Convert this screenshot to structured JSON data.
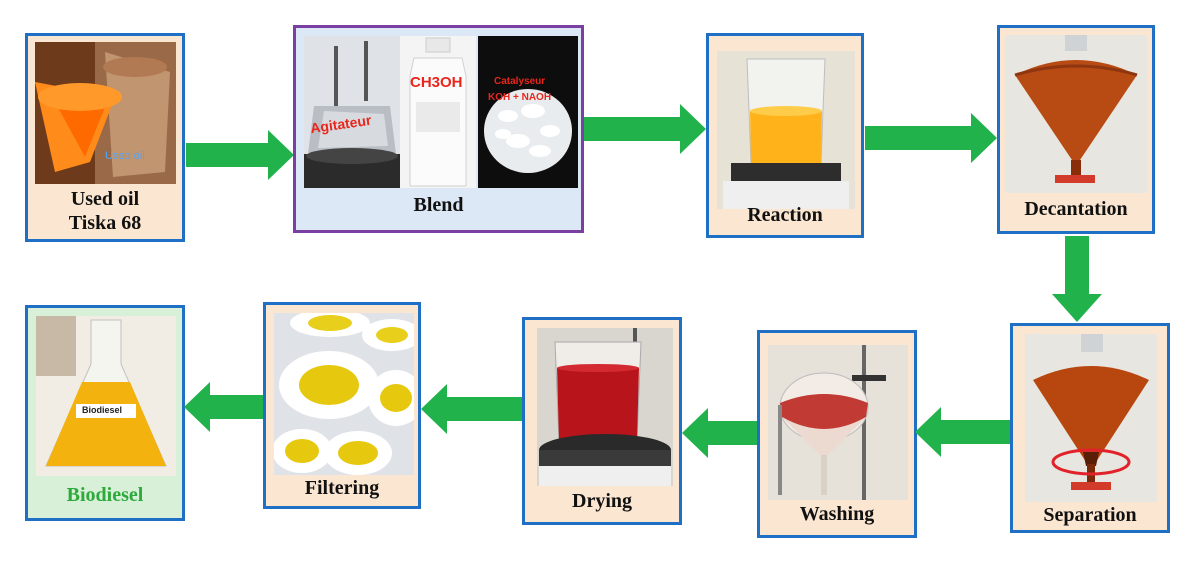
{
  "steps": {
    "used_oil": {
      "line1": "Used oil",
      "line2": "Tiska 68",
      "photo_caption": "Used oil"
    },
    "blend": {
      "label": "Blend",
      "agitator_text": "Agitateur",
      "methanol_text": "CH3OH",
      "catalyst_line1": "Catalyseur",
      "catalyst_line2": "KOH + NAOH"
    },
    "reaction": {
      "label": "Reaction"
    },
    "decantation": {
      "label": "Decantation"
    },
    "separation": {
      "label": "Separation"
    },
    "washing": {
      "label": "Washing"
    },
    "drying": {
      "label": "Drying"
    },
    "filtering": {
      "label": "Filtering"
    },
    "biodiesel": {
      "label": "Biodiesel",
      "flask_label": "Biodiesel"
    }
  },
  "colors": {
    "frame_blue": "#1f6fc4",
    "frame_purple": "#7a3fa0",
    "frame_green": "#3aa64a",
    "arrow_green": "#22b24c",
    "panel_peach": "#fbe6d2",
    "panel_blue": "#dce8f6",
    "panel_mint": "#d8f0d8",
    "biodiesel_text": "#2eaa3c"
  },
  "icons": [
    "flow-arrow-right",
    "flow-arrow-down",
    "flow-arrow-left"
  ]
}
